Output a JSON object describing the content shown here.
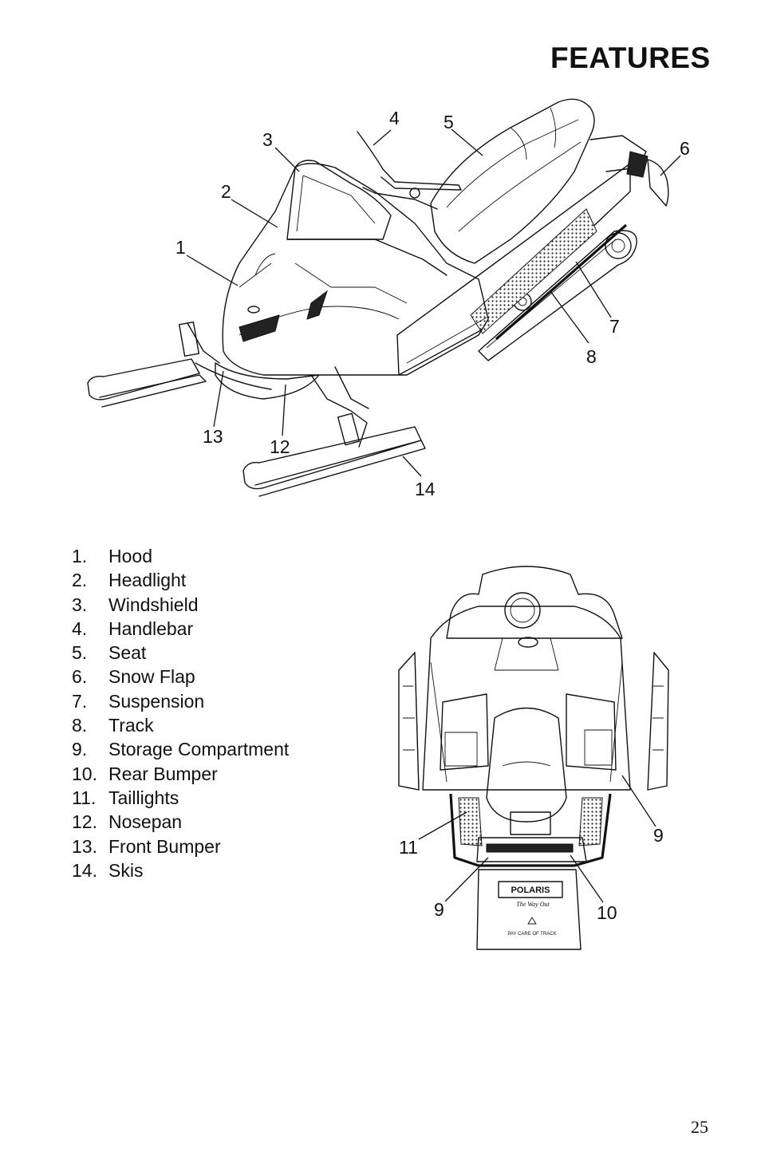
{
  "page": {
    "title": "FEATURES",
    "page_number": "25"
  },
  "legend": [
    {
      "num": "1.",
      "label": "Hood"
    },
    {
      "num": "2.",
      "label": "Headlight"
    },
    {
      "num": "3.",
      "label": "Windshield"
    },
    {
      "num": "4.",
      "label": "Handlebar"
    },
    {
      "num": "5.",
      "label": "Seat"
    },
    {
      "num": "6.",
      "label": "Snow Flap"
    },
    {
      "num": "7.",
      "label": "Suspension"
    },
    {
      "num": "8.",
      "label": "Track"
    },
    {
      "num": "9.",
      "label": "Storage Compartment"
    },
    {
      "num": "10.",
      "label": "Rear Bumper"
    },
    {
      "num": "11.",
      "label": "Taillights"
    },
    {
      "num": "12.",
      "label": "Nosepan"
    },
    {
      "num": "13.",
      "label": "Front Bumper"
    },
    {
      "num": "14.",
      "label": "Skis"
    }
  ],
  "side_view_callouts": [
    "1",
    "2",
    "3",
    "4",
    "5",
    "6",
    "7",
    "8",
    "12",
    "13",
    "14"
  ],
  "rear_view_callouts": [
    "11",
    "9",
    "9",
    "10"
  ],
  "rear_view_brand": {
    "logo": "POLARIS",
    "slogan": "The Way Out",
    "flap_text": "PAY CARE OF TRACK"
  }
}
